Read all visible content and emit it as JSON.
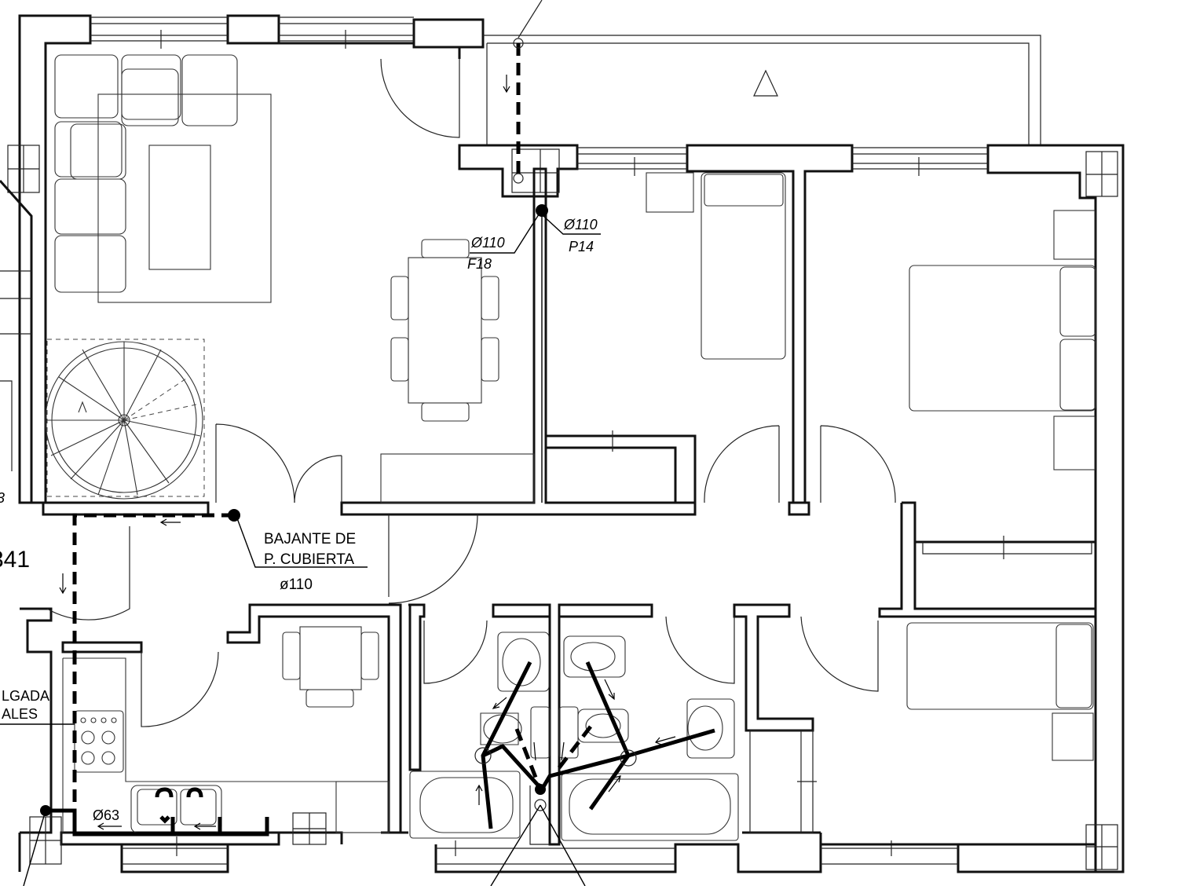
{
  "labels": {
    "bajante_line1": "BAJANTE DE",
    "bajante_line2": "P. CUBIERTA",
    "bajante_diameter": "ø110",
    "f18_diameter": "Ø110",
    "f18_code": "F18",
    "p14_diameter": "Ø110",
    "p14_code": "P14",
    "kitchen_pipe_diameter": "Ø63",
    "left_cut_text": "341",
    "left_cut_line1": "LGADA",
    "left_cut_line2": "ALES",
    "left_edge_fragment": "3",
    "terrace_symbol": "△"
  },
  "colors": {
    "line": "#111111",
    "background": "#ffffff"
  }
}
